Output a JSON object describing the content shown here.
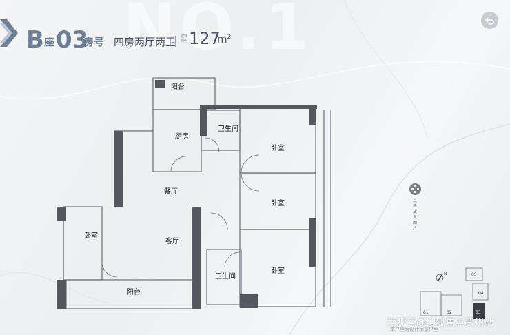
{
  "header": {
    "watermark": "NO.1",
    "block": "B",
    "zuo": "座",
    "unit_no": "03",
    "fanghao": "房号",
    "layout": "四房两厅两卫",
    "area_label": "建筑面积",
    "area_value": "127",
    "area_unit": "m",
    "area_sup": "2"
  },
  "controls": {
    "back_icon": "undo-arrow-icon",
    "zoom_icon": "zoom-move-icon",
    "zoom_text": "点击放大图片"
  },
  "rooms": {
    "balcony_top": "阳台",
    "kitchen": "厨房",
    "bath_1": "卫生间",
    "bedroom_1": "卧室",
    "bedroom_2": "卧室",
    "dining": "餐厅",
    "bedroom_3": "卧室",
    "living": "客厅",
    "bath_2": "卫生间",
    "bedroom_4": "卧室",
    "balcony_bottom": "阳台"
  },
  "keyplan": {
    "units": [
      "01",
      "02",
      "03",
      "04",
      "05"
    ],
    "highlighted": "03",
    "compass": "N"
  },
  "footer": {
    "watermark": "搜狐号@搜狐焦点贺州站",
    "note": "本户型为设计示意户型"
  },
  "colors": {
    "accent": "#6e7f95",
    "wall": "#55595f",
    "highlight": "#3a3d42"
  }
}
